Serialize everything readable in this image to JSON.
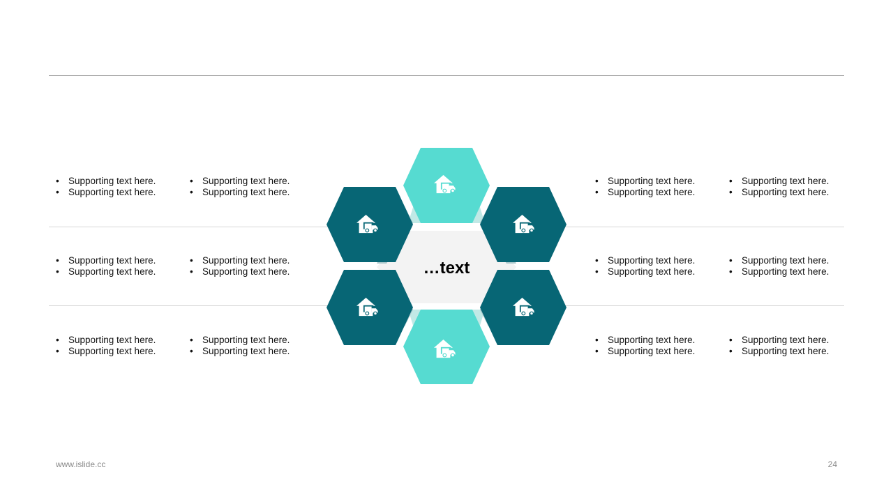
{
  "diagram": {
    "center_label": "…text",
    "colors": {
      "teal_light": "#56dbd1",
      "teal_dark": "#076675",
      "center_fill": "#f3f3f3",
      "connector": "#a9c7cb"
    },
    "hexagons": [
      {
        "id": "top",
        "icon": "house-truck-icon",
        "color": "teal_light"
      },
      {
        "id": "upper-left",
        "icon": "house-truck-icon",
        "color": "teal_dark"
      },
      {
        "id": "upper-right",
        "icon": "house-truck-icon",
        "color": "teal_dark"
      },
      {
        "id": "lower-left",
        "icon": "house-truck-icon",
        "color": "teal_dark"
      },
      {
        "id": "lower-right",
        "icon": "house-truck-icon",
        "color": "teal_dark"
      },
      {
        "id": "bottom",
        "icon": "house-truck-icon",
        "color": "teal_light"
      }
    ]
  },
  "rows": [
    {
      "left": [
        [
          "Supporting  text here.",
          "Supporting  text here."
        ],
        [
          "Supporting  text here.",
          "Supporting  text here."
        ]
      ],
      "right": [
        [
          "Supporting  text here.",
          "Supporting  text here."
        ],
        [
          "Supporting  text here.",
          "Supporting  text here."
        ]
      ]
    },
    {
      "left": [
        [
          "Supporting  text here.",
          "Supporting  text here."
        ],
        [
          "Supporting  text here.",
          "Supporting  text here."
        ]
      ],
      "right": [
        [
          "Supporting  text here.",
          "Supporting  text here."
        ],
        [
          "Supporting  text here.",
          "Supporting  text here."
        ]
      ]
    },
    {
      "left": [
        [
          "Supporting  text here.",
          "Supporting  text here."
        ],
        [
          "Supporting  text here.",
          "Supporting  text here."
        ]
      ],
      "right": [
        [
          "Supporting  text here.",
          "Supporting  text here."
        ],
        [
          "Supporting  text here.",
          "Supporting  text here."
        ]
      ]
    }
  ],
  "footer": {
    "website": "www.islide.cc",
    "page_number": "24"
  }
}
